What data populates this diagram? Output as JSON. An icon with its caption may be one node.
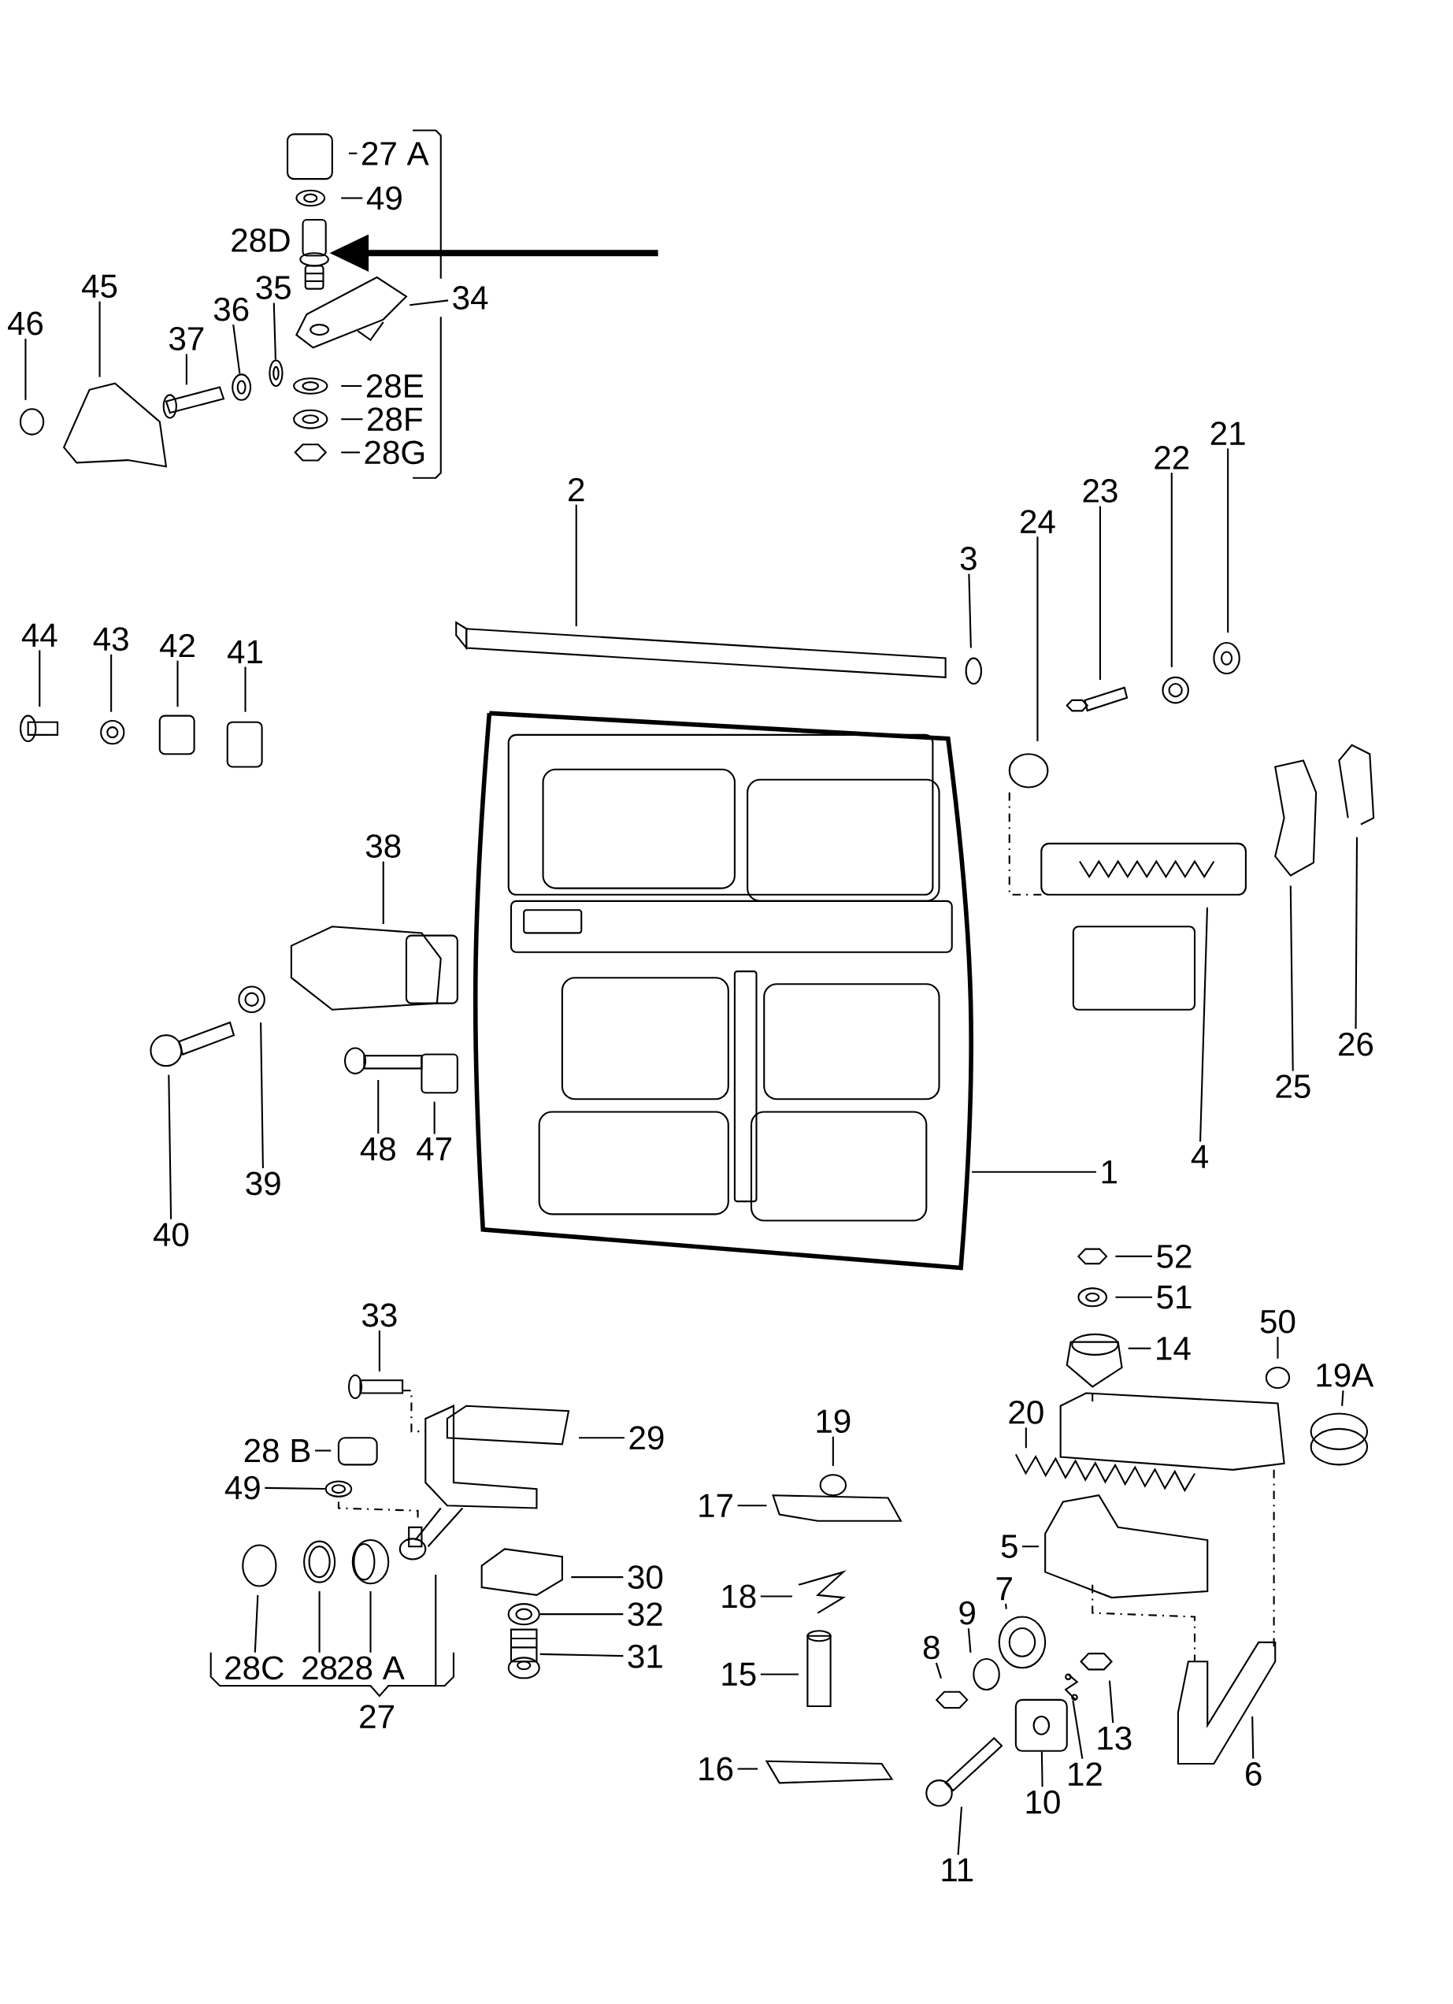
{
  "diagram": {
    "nodes": [
      {
        "text": [
          "27 A"
        ]
      },
      {
        "text": [
          "49"
        ]
      },
      {
        "text": [],
        "shape": "picture",
        "beside": [
          "28D"
        ]
      },
      {
        "text": [
          "34"
        ]
      },
      {
        "text": [
          "46"
        ]
      },
      {
        "text": [
          "45"
        ]
      },
      {
        "text": [
          "36"
        ]
      },
      {
        "text": [
          "35"
        ]
      },
      {
        "text": [
          "37"
        ]
      },
      {
        "text": [
          "28E"
        ]
      },
      {
        "text": [
          "28F"
        ]
      },
      {
        "text": [
          "28G"
        ]
      },
      {
        "text": [
          "21"
        ]
      },
      {
        "text": [
          "22"
        ]
      },
      {
        "text": [
          "2"
        ]
      },
      {
        "text": [
          "23"
        ]
      },
      {
        "text": [
          "24"
        ]
      },
      {
        "text": [
          "3"
        ]
      },
      {
        "text": [
          "44"
        ]
      },
      {
        "text": [
          "43"
        ]
      },
      {
        "text": [
          "42"
        ]
      },
      {
        "text": [
          "41"
        ]
      },
      {
        "text": [
          "38"
        ]
      },
      {
        "text": [
          "26"
        ]
      },
      {
        "text": [
          "25"
        ]
      },
      {
        "text": [
          "1"
        ]
      },
      {
        "text": [
          "4"
        ]
      },
      {
        "text": [
          "48"
        ]
      },
      {
        "text": [
          "47"
        ]
      },
      {
        "text": [
          "39"
        ]
      },
      {
        "text": [
          "40"
        ]
      },
      {
        "text": [
          "52"
        ]
      },
      {
        "text": [
          "51"
        ]
      },
      {
        "text": [
          "33"
        ]
      },
      {
        "text": [
          "50"
        ]
      },
      {
        "text": [
          "14"
        ]
      },
      {
        "text": [
          "19A"
        ]
      },
      {
        "text": [
          "20"
        ]
      },
      {
        "text": [
          "19"
        ]
      },
      {
        "text": [
          "29"
        ]
      },
      {
        "text": [
          "28 B"
        ]
      },
      {
        "text": [
          "49"
        ]
      },
      {
        "text": [
          "17"
        ]
      },
      {
        "text": [
          "5"
        ]
      },
      {
        "text": [
          "30"
        ]
      },
      {
        "text": [
          "7"
        ]
      },
      {
        "text": [
          "18"
        ]
      },
      {
        "text": [
          "9"
        ]
      },
      {
        "text": [
          "32"
        ]
      },
      {
        "text": [
          "8"
        ]
      },
      {
        "text": [
          "31"
        ]
      },
      {
        "text": [
          "28C"
        ]
      },
      {
        "text": [
          "28"
        ]
      },
      {
        "text": [
          "28 A"
        ]
      },
      {
        "text": [
          "15"
        ]
      },
      {
        "text": [
          "13"
        ]
      },
      {
        "text": [
          "12"
        ]
      },
      {
        "text": [
          "6"
        ]
      },
      {
        "text": [
          "16"
        ]
      },
      {
        "text": [
          "10"
        ]
      },
      {
        "text": [
          "11"
        ]
      },
      {
        "text": [],
        "shape": "picture"
      },
      {
        "text": [],
        "shape": "picture"
      },
      {
        "text": [],
        "shape": "picture"
      },
      {
        "text": [],
        "shape": "picture"
      },
      {
        "text": [],
        "shape": "picture"
      },
      {
        "text": [],
        "shape": "picture"
      },
      {
        "text": [],
        "shape": "picture"
      },
      {
        "text": [],
        "shape": "picture"
      },
      {
        "text": [],
        "shape": "picture"
      },
      {
        "text": [],
        "shape": "picture"
      }
    ],
    "edges": [
      {
        "from": 0,
        "to": null,
        "arrow": "none"
      },
      {
        "from": 1,
        "to": null,
        "arrow": "none"
      },
      {
        "from": null,
        "to": 2,
        "arrow": "to",
        "style": "thick"
      },
      {
        "from": 3,
        "to": 70,
        "arrow": "none"
      },
      {
        "from": 4,
        "to": null,
        "arrow": "none"
      },
      {
        "from": 5,
        "to": null,
        "arrow": "none"
      },
      {
        "from": 6,
        "to": 62,
        "arrow": "none"
      },
      {
        "from": 7,
        "to": 63,
        "arrow": "none"
      },
      {
        "from": 8,
        "to": null,
        "arrow": "none"
      },
      {
        "from": 9,
        "to": null,
        "arrow": "none"
      },
      {
        "from": 10,
        "to": null,
        "arrow": "none"
      },
      {
        "from": 11,
        "to": null,
        "arrow": "none"
      },
      {
        "from": 12,
        "to": null,
        "arrow": "none"
      },
      {
        "from": 13,
        "to": null,
        "arrow": "none"
      },
      {
        "from": 14,
        "to": null,
        "arrow": "none"
      },
      {
        "from": 15,
        "to": null,
        "arrow": "none"
      },
      {
        "from": 16,
        "to": null,
        "arrow": "none"
      },
      {
        "from": 17,
        "to": null,
        "arrow": "none"
      },
      {
        "from": 18,
        "to": null,
        "arrow": "none"
      },
      {
        "from": 19,
        "to": null,
        "arrow": "none"
      },
      {
        "from": 20,
        "to": null,
        "arrow": "none"
      },
      {
        "from": 21,
        "to": null,
        "arrow": "none"
      },
      {
        "from": 22,
        "to": null,
        "arrow": "none"
      },
      {
        "from": 23,
        "to": null,
        "arrow": "none"
      },
      {
        "from": 24,
        "to": null,
        "arrow": "none"
      },
      {
        "from": 25,
        "to": 61,
        "arrow": "none"
      },
      {
        "from": 26,
        "to": null,
        "arrow": "none"
      },
      {
        "from": 27,
        "to": null,
        "arrow": "none"
      },
      {
        "from": 28,
        "to": null,
        "arrow": "none"
      },
      {
        "from": 29,
        "to": null,
        "arrow": "none"
      },
      {
        "from": 30,
        "to": null,
        "arrow": "none"
      },
      {
        "from": 31,
        "to": null,
        "arrow": "none"
      },
      {
        "from": 32,
        "to": null,
        "arrow": "none"
      },
      {
        "from": 33,
        "to": null,
        "arrow": "none"
      },
      {
        "from": 34,
        "to": null,
        "arrow": "none"
      },
      {
        "from": 35,
        "to": null,
        "arrow": "none"
      },
      {
        "from": 36,
        "to": null,
        "arrow": "none"
      },
      {
        "from": 37,
        "to": null,
        "arrow": "none"
      },
      {
        "from": 38,
        "to": null,
        "arrow": "none"
      },
      {
        "from": 39,
        "to": null,
        "arrow": "none"
      },
      {
        "from": 40,
        "to": null,
        "arrow": "none"
      },
      {
        "from": 41,
        "to": 64,
        "arrow": "none"
      },
      {
        "from": 42,
        "to": null,
        "arrow": "none"
      },
      {
        "from": 43,
        "to": null,
        "arrow": "none"
      },
      {
        "from": 44,
        "to": null,
        "arrow": "none"
      },
      {
        "from": 45,
        "to": null,
        "arrow": "none"
      },
      {
        "from": 46,
        "to": null,
        "arrow": "none"
      },
      {
        "from": 47,
        "to": null,
        "arrow": "none"
      },
      {
        "from": 48,
        "to": 69,
        "arrow": "none"
      },
      {
        "from": 49,
        "to": null,
        "arrow": "none"
      },
      {
        "from": 50,
        "to": 67,
        "arrow": "none"
      },
      {
        "from": 51,
        "to": null,
        "arrow": "none"
      },
      {
        "from": 52,
        "to": null,
        "arrow": "none"
      },
      {
        "from": 53,
        "to": null,
        "arrow": "none"
      },
      {
        "from": 54,
        "to": null,
        "arrow": "none"
      },
      {
        "from": 55,
        "to": null,
        "arrow": "none"
      },
      {
        "from": 56,
        "to": 65,
        "arrow": "none"
      },
      {
        "from": 57,
        "to": null,
        "arrow": "none"
      },
      {
        "from": 58,
        "to": null,
        "arrow": "none"
      },
      {
        "from": 59,
        "to": 66,
        "arrow": "none"
      },
      {
        "from": 60,
        "to": 68,
        "arrow": "none"
      }
    ],
    "labels": [
      "27"
    ]
  }
}
